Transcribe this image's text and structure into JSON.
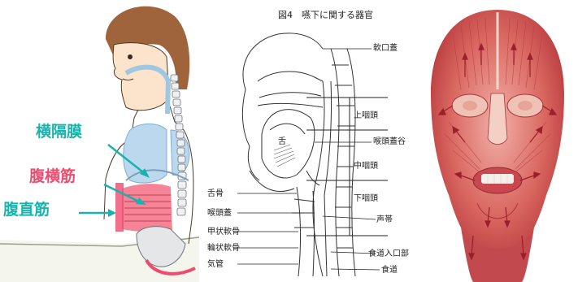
{
  "panel1": {
    "labels": {
      "diaphragm": "横隔膜",
      "transversus": "腹横筋",
      "rectus": "腹直筋"
    }
  },
  "panel2": {
    "title": "図4　嚥下に関する器官",
    "labels": {
      "soft_palate": "軟口蓋",
      "epipharynx": "上咽頭",
      "tongue": "舌",
      "vallecula": "喉頭蓋谷",
      "mesopharynx": "中咽頭",
      "hypopharynx": "下咽頭",
      "hyoid": "舌骨",
      "epiglottis": "喉頭蓋",
      "vocal_cords": "声帯",
      "thyroid_cartilage": "甲状軟骨",
      "cricoid_cartilage": "輪状軟骨",
      "esophagus_entrance": "食道入口部",
      "trachea": "気管",
      "esophagus": "食道"
    }
  },
  "colors": {
    "teal": "#18b3ad",
    "pink": "#ee4b6e",
    "lung_blue": "#bcd8ee",
    "muscle_red": "#c9484f"
  }
}
